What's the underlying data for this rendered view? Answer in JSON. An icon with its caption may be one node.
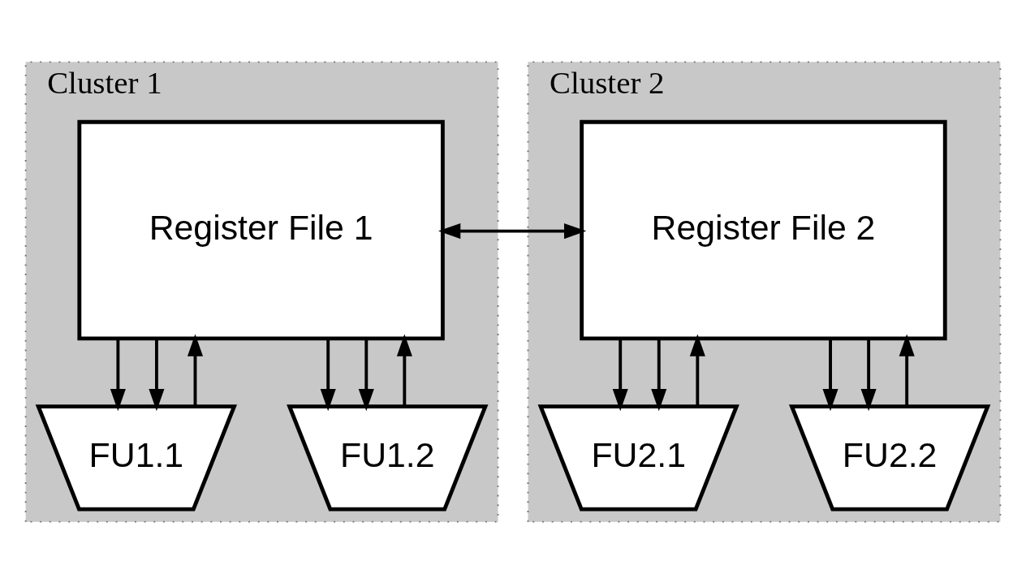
{
  "diagram": {
    "nodes": [
      {
        "text": [
          "Cluster 1"
        ]
      },
      {
        "text": [
          "Register File 1"
        ],
        "in": 0
      },
      {
        "text": [
          "FU1.1"
        ],
        "in": 0
      },
      {
        "text": [
          "FU1.2"
        ],
        "in": 0
      },
      {
        "text": [
          "Cluster 2"
        ]
      },
      {
        "text": [
          "Register File 2"
        ],
        "in": 4
      },
      {
        "text": [
          "FU2.1"
        ],
        "in": 4
      },
      {
        "text": [
          "FU2.2"
        ],
        "in": 4
      }
    ],
    "edges": [
      {
        "from": 1,
        "to": 2,
        "arrow": "to"
      },
      {
        "from": 1,
        "to": 2,
        "arrow": "to"
      },
      {
        "from": 1,
        "to": 3,
        "arrow": "to"
      },
      {
        "from": 1,
        "to": 3,
        "arrow": "to"
      },
      {
        "from": 2,
        "to": 1,
        "arrow": "to"
      },
      {
        "from": 3,
        "to": 1,
        "arrow": "to"
      },
      {
        "from": 1,
        "to": 5,
        "arrow": "both"
      },
      {
        "from": 5,
        "to": 6,
        "arrow": "to"
      },
      {
        "from": 5,
        "to": 6,
        "arrow": "to"
      },
      {
        "from": 5,
        "to": 7,
        "arrow": "to"
      },
      {
        "from": 5,
        "to": 7,
        "arrow": "to"
      },
      {
        "from": 6,
        "to": 5,
        "arrow": "to"
      },
      {
        "from": 7,
        "to": 5,
        "arrow": "to"
      }
    ]
  }
}
